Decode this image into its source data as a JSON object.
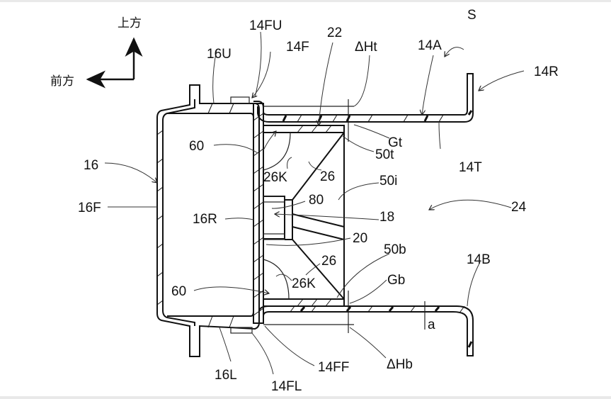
{
  "figure": {
    "type": "patent cross-section drawing",
    "direction_labels": {
      "up": "上方",
      "front": "前方"
    },
    "reference_labels": {
      "S": "S",
      "14FU": "14FU",
      "14F": "14F",
      "16U": "16U",
      "22": "22",
      "dHt": "ΔHt",
      "14A": "14A",
      "14R": "14R",
      "60_top": "60",
      "60_bottom": "60",
      "Gt": "Gt",
      "50t": "50t",
      "14T": "14T",
      "16": "16",
      "26K_top": "26K",
      "26_top": "26",
      "50i": "50i",
      "16F": "16F",
      "80": "80",
      "18": "18",
      "24": "24",
      "16R": "16R",
      "20": "20",
      "50b": "50b",
      "26_bottom": "26",
      "14B": "14B",
      "26K_bottom": "26K",
      "Gb": "Gb",
      "a": "a",
      "16L": "16L",
      "14FF": "14FF",
      "dHb": "ΔHb",
      "14FL": "14FL"
    }
  }
}
